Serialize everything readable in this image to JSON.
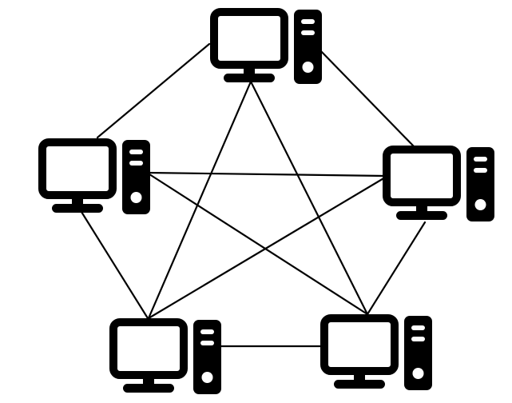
{
  "diagram": {
    "topology": "full mesh",
    "node_icon": "desktop-computer-icon",
    "colors": {
      "background": "#ffffff",
      "ink": "#000000"
    },
    "nodes": [
      {
        "id": "top",
        "icon": "desktop-computer-icon"
      },
      {
        "id": "left",
        "icon": "desktop-computer-icon"
      },
      {
        "id": "right",
        "icon": "desktop-computer-icon"
      },
      {
        "id": "bottom-left",
        "icon": "desktop-computer-icon"
      },
      {
        "id": "bottom-right",
        "icon": "desktop-computer-icon"
      }
    ],
    "links": [
      [
        "top",
        "left"
      ],
      [
        "top",
        "right"
      ],
      [
        "top",
        "bottom-left"
      ],
      [
        "top",
        "bottom-right"
      ],
      [
        "left",
        "right"
      ],
      [
        "left",
        "bottom-left"
      ],
      [
        "left",
        "bottom-right"
      ],
      [
        "right",
        "bottom-left"
      ],
      [
        "right",
        "bottom-right"
      ],
      [
        "bottom-left",
        "bottom-right"
      ]
    ]
  }
}
